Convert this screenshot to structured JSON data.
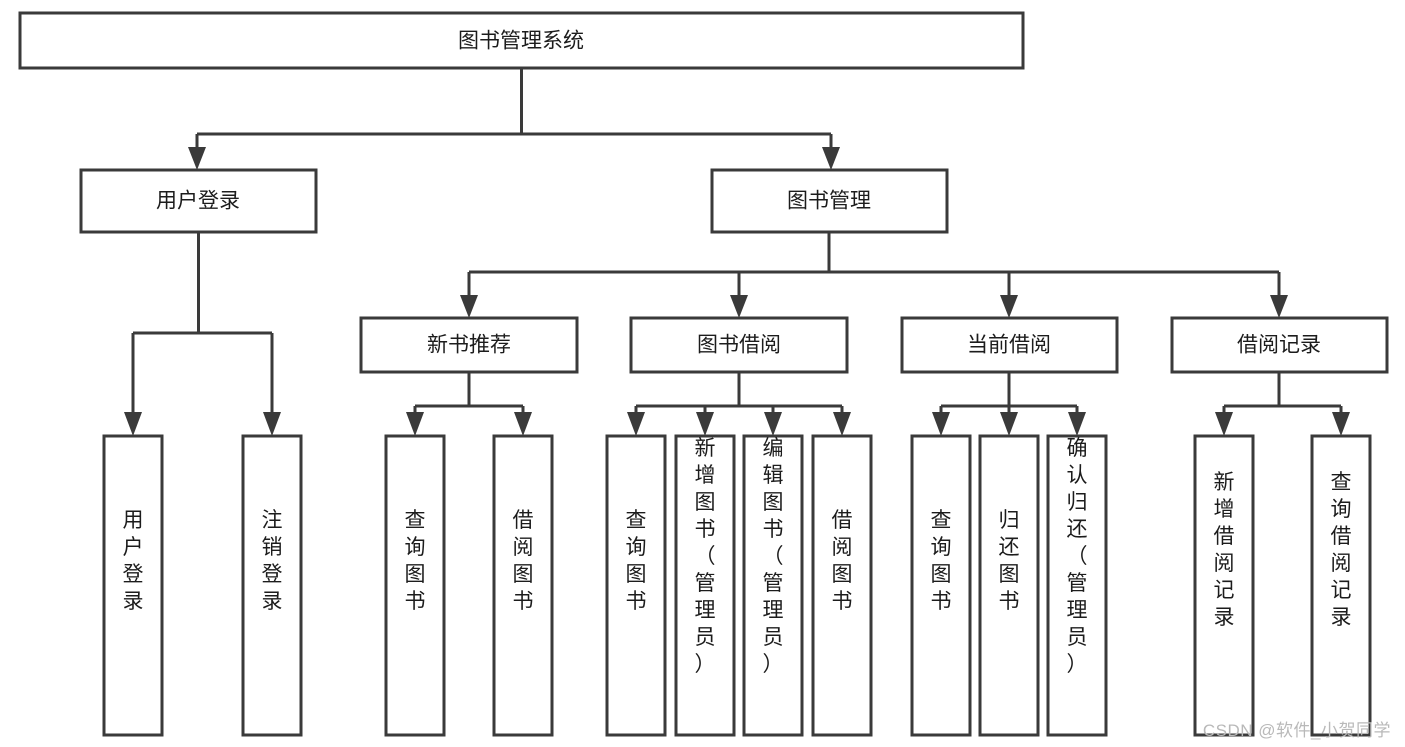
{
  "diagram": {
    "type": "tree",
    "title": "图书管理系统",
    "watermark": "CSDN @软件_小贺同学",
    "colors": {
      "stroke": "#3a3a3a",
      "fill": "#ffffff",
      "text": "#1c1c1c",
      "watermark": "#b9b9b9"
    },
    "root": {
      "label": "图书管理系统",
      "orientation": "horizontal"
    },
    "level2": [
      {
        "label": "用户登录",
        "orientation": "horizontal"
      },
      {
        "label": "图书管理",
        "orientation": "horizontal"
      }
    ],
    "level3": [
      {
        "label": "新书推荐",
        "orientation": "horizontal",
        "parent": "图书管理"
      },
      {
        "label": "图书借阅",
        "orientation": "horizontal",
        "parent": "图书管理"
      },
      {
        "label": "当前借阅",
        "orientation": "horizontal",
        "parent": "图书管理"
      },
      {
        "label": "借阅记录",
        "orientation": "horizontal",
        "parent": "图书管理"
      }
    ],
    "leaves": {
      "用户登录": [
        {
          "label": "用户登录",
          "orientation": "vertical"
        },
        {
          "label": "注销登录",
          "orientation": "vertical"
        }
      ],
      "新书推荐": [
        {
          "label": "查询图书",
          "orientation": "vertical"
        },
        {
          "label": "借阅图书",
          "orientation": "vertical"
        }
      ],
      "图书借阅": [
        {
          "label": "查询图书",
          "orientation": "vertical"
        },
        {
          "label": "新增图书（管理员）",
          "orientation": "vertical"
        },
        {
          "label": "编辑图书（管理员）",
          "orientation": "vertical"
        },
        {
          "label": "借阅图书",
          "orientation": "vertical"
        }
      ],
      "当前借阅": [
        {
          "label": "查询图书",
          "orientation": "vertical"
        },
        {
          "label": "归还图书",
          "orientation": "vertical"
        },
        {
          "label": "确认归还（管理员）",
          "orientation": "vertical"
        }
      ],
      "借阅记录": [
        {
          "label": "新增借阅记录",
          "orientation": "vertical"
        },
        {
          "label": "查询借阅记录",
          "orientation": "vertical"
        }
      ]
    }
  }
}
